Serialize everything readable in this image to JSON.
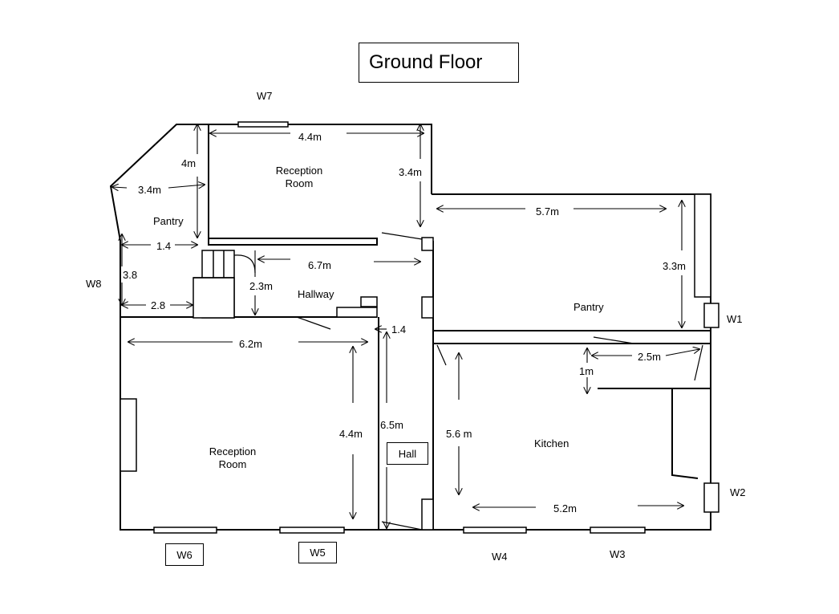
{
  "title": "Ground Floor",
  "rooms": {
    "reception_top": [
      "Reception",
      "Room"
    ],
    "pantry_left": "Pantry",
    "hallway": "Hallway",
    "pantry_right": "Pantry",
    "reception_bottom": [
      "Reception",
      "Room"
    ],
    "hall": "Hall",
    "kitchen": "Kitchen"
  },
  "dimensions": {
    "d_4_4_top": "4.4m",
    "d_4m": "4m",
    "d_3_4_left": "3.4m",
    "d_3_4_right": "3.4m",
    "d_5_7": "5.7m",
    "d_1_4_upper": "1.4",
    "d_3_8": "3.8",
    "d_6_7": "6.7m",
    "d_2_3": "2.3m",
    "d_2_8": "2.8",
    "d_3_3": "3.3m",
    "d_1_4_lower": "1.4",
    "d_6_2": "6.2m",
    "d_2_5": "2.5m",
    "d_1m": "1m",
    "d_4_4_bottom": "4.4m",
    "d_6_5": "6.5m",
    "d_5_6": "5.6 m",
    "d_5_2": "5.2m"
  },
  "windows": {
    "w1": "W1",
    "w2": "W2",
    "w3": "W3",
    "w4": "W4",
    "w5": "W5",
    "w6": "W6",
    "w7": "W7",
    "w8": "W8"
  }
}
